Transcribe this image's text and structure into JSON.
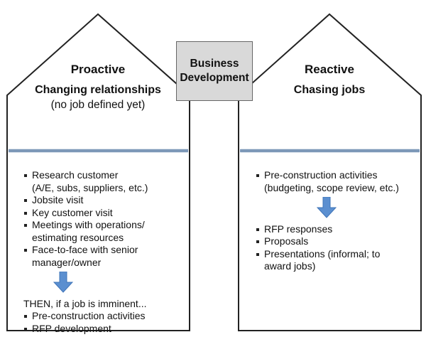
{
  "center": {
    "line1": "Business",
    "line2": "Development"
  },
  "proactive": {
    "title": "Proactive",
    "subtitle": "Changing relationships",
    "note": "(no job defined yet)",
    "items": [
      [
        "Research customer",
        "(A/E, subs, suppliers, etc.)"
      ],
      [
        "Jobsite visit"
      ],
      [
        "Key customer visit"
      ],
      [
        "Meetings with operations/",
        "estimating resources"
      ],
      [
        "Face-to-face with senior",
        "manager/owner"
      ]
    ],
    "then_text": "THEN, if a job is imminent...",
    "after_items": [
      "Pre-construction activities",
      "RFP development"
    ]
  },
  "reactive": {
    "title": "Reactive",
    "subtitle": "Chasing jobs",
    "items_before": [
      [
        "Pre-construction activities",
        "(budgeting, scope review, etc.)"
      ]
    ],
    "items_after": [
      [
        "RFP responses"
      ],
      [
        "Proposals"
      ],
      [
        "Presentations (informal; to",
        "award jobs)"
      ]
    ]
  },
  "colors": {
    "outline": "#222222",
    "divider": "#7d98b8",
    "arrow": "#5b8fd0",
    "box": "#d9d9d9"
  }
}
